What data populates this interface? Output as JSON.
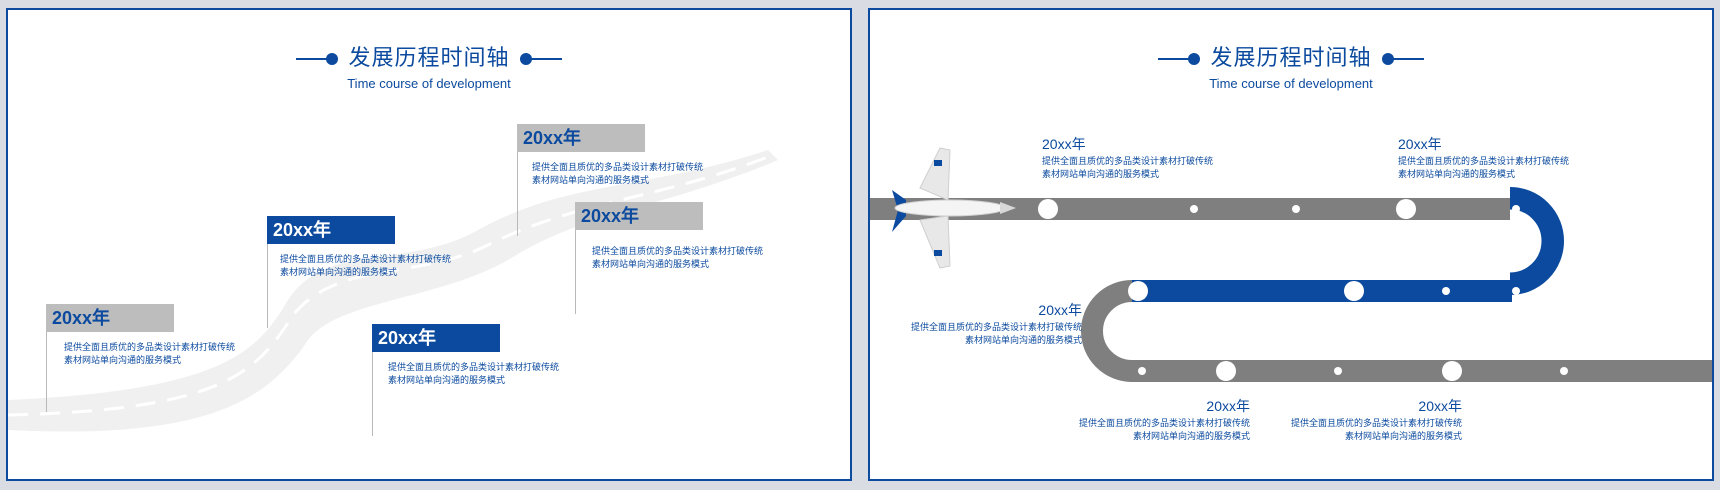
{
  "header": {
    "title": "发展历程时间轴",
    "subtitle": "Time course of development"
  },
  "colors": {
    "brand_blue": "#0b4a9e",
    "road_gray": "#7f7f7f",
    "flag_gray": "#bdbdbd"
  },
  "left_slide": {
    "flags": [
      {
        "year": "20xx年",
        "line1": "提供全面且质优的多品类设计素材打破传统",
        "line2": "素材网站单向沟通的服务模式"
      },
      {
        "year": "20xx年",
        "line1": "提供全面且质优的多品类设计素材打破传统",
        "line2": "素材网站单向沟通的服务模式"
      },
      {
        "year": "20xx年",
        "line1": "提供全面且质优的多品类设计素材打破传统",
        "line2": "素材网站单向沟通的服务模式"
      },
      {
        "year": "20xx年",
        "line1": "提供全面且质优的多品类设计素材打破传统",
        "line2": "素材网站单向沟通的服务模式"
      },
      {
        "year": "20xx年",
        "line1": "提供全面且质优的多品类设计素材打破传统",
        "line2": "素材网站单向沟通的服务模式"
      }
    ]
  },
  "right_slide": {
    "milestones": [
      {
        "year": "20xx年",
        "line1": "提供全面且质优的多品类设计素材打破传统",
        "line2": "素材网站单向沟通的服务模式"
      },
      {
        "year": "20xx年",
        "line1": "提供全面且质优的多品类设计素材打破传统",
        "line2": "素材网站单向沟通的服务模式"
      },
      {
        "year": "20xx年",
        "line1": "提供全面且质优的多品类设计素材打破传统",
        "line2": "素材网站单向沟通的服务模式"
      },
      {
        "year": "20xx年",
        "line1": "提供全面且质优的多品类设计素材打破传统",
        "line2": "素材网站单向沟通的服务模式"
      },
      {
        "year": "20xx年",
        "line1": "提供全面且质优的多品类设计素材打破传统",
        "line2": "素材网站单向沟通的服务模式"
      }
    ]
  }
}
